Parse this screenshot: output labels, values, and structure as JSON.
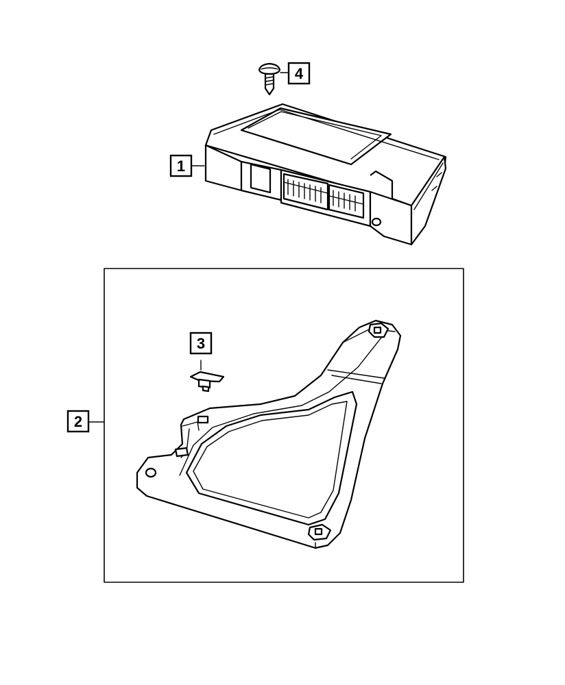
{
  "callouts": {
    "module": "1",
    "bracket": "2",
    "nut": "3",
    "screw": "4"
  },
  "colors": {
    "line": "#000000",
    "background": "#ffffff"
  }
}
